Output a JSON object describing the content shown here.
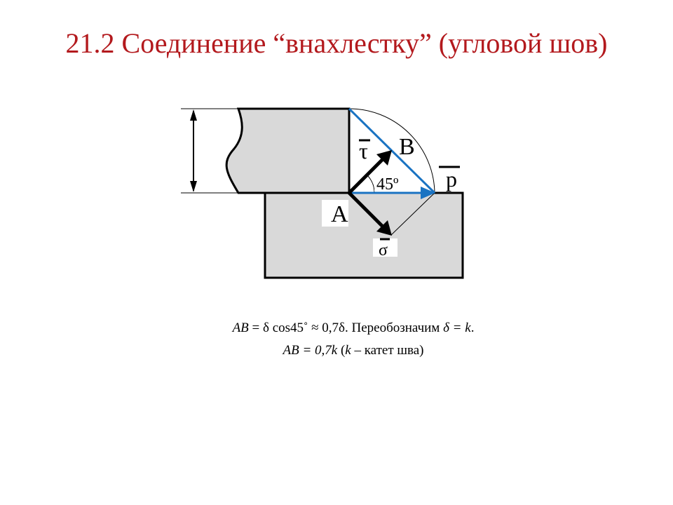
{
  "title": "21.2 Соединение “внахлестку” (угловой шов)",
  "diagram": {
    "label_tau": "τ",
    "label_B": "B",
    "label_angle": "45º",
    "label_p": "p",
    "label_A": "A",
    "label_sigma": "σ",
    "colors": {
      "plate_fill": "#d9d9d9",
      "outline": "#000000",
      "hypotenuse": "#1a73c2",
      "arc": "#000000"
    }
  },
  "formula": {
    "line1": {
      "ab": "AB",
      "eq": " = δ cos45˚ ≈ 0,7δ. Переобозначим ",
      "delta_k": "δ = k",
      "end": "."
    },
    "line2": {
      "expr": "AB = 0,7k",
      "open": " (",
      "k": "k",
      "rest": " – катет шва)"
    }
  }
}
